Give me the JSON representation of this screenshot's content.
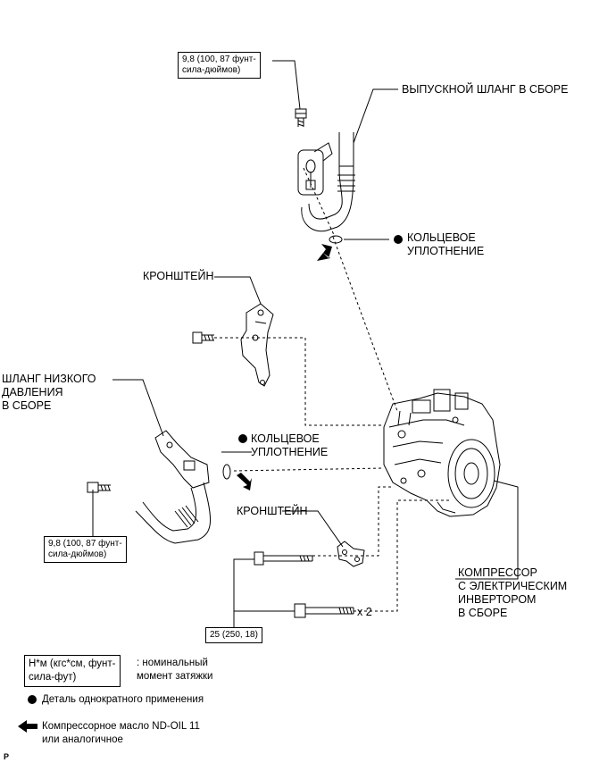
{
  "labels": {
    "discharge_hose": "ВЫПУСКНОЙ ШЛАНГ В СБОРЕ",
    "o_ring_top_1": "КОЛЬЦЕВОЕ",
    "o_ring_top_2": "УПЛОТНЕНИЕ",
    "bracket_top": "КРОНШТЕЙН",
    "low_hose_1": "ШЛАНГ НИЗКОГО",
    "low_hose_2": "ДАВЛЕНИЯ",
    "low_hose_3": "В СБОРЕ",
    "o_ring_mid_1": "КОЛЬЦЕВОЕ",
    "o_ring_mid_2": "УПЛОТНЕНИЕ",
    "bracket_bottom": "КРОНШТЕЙН",
    "compressor_1": "КОМПРЕССОР",
    "compressor_2": "С ЭЛЕКТРИЧЕСКИМ",
    "compressor_3": "ИНВЕРТОРОМ",
    "compressor_4": "В СБОРЕ",
    "bolt_count": "x 2"
  },
  "torque_boxes": {
    "top_1": "9,8 (100, 87 фунт-",
    "top_2": "сила-дюймов)",
    "left_1": "9,8 (100, 87 фунт-",
    "left_2": "сила-дюймов)",
    "bottom": "25 (250, 18)"
  },
  "legend": {
    "torque_box_1": "Н*м (кгс*см, фунт-",
    "torque_box_2": "сила-фут)",
    "torque_desc_1": ": номинальный",
    "torque_desc_2": "момент затяжки",
    "nonreusable": "Деталь однократного применения",
    "oil_1": "Компрессорное масло ND-OIL 11",
    "oil_2": "или аналогичное"
  },
  "corner_mark": "P"
}
